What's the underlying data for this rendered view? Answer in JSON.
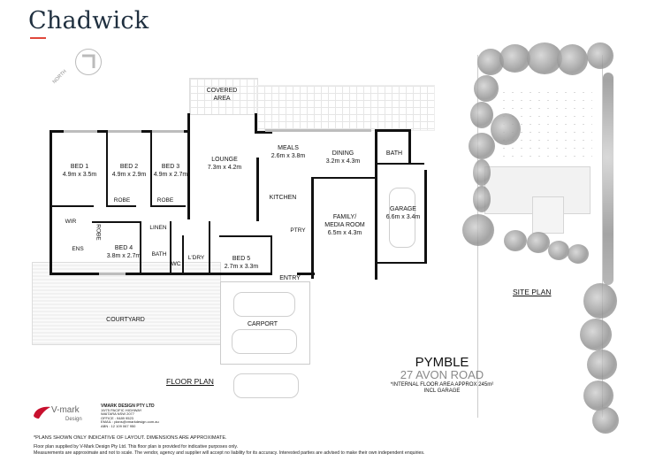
{
  "brand": {
    "name": "Chadwick",
    "accent_color": "#e0483c",
    "text_color": "#1f2f3f"
  },
  "compass": {
    "label": "NORTH"
  },
  "floor_plan": {
    "title": "FLOOR PLAN",
    "rooms": [
      {
        "name": "COVERED",
        "name2": "AREA",
        "dims": ""
      },
      {
        "name": "BED 1",
        "dims": "4.9m x 3.5m"
      },
      {
        "name": "BED 2",
        "dims": "4.9m x 2.9m"
      },
      {
        "name": "BED 3",
        "dims": "4.9m x 2.7m"
      },
      {
        "name": "LOUNGE",
        "dims": "7.3m x 4.2m"
      },
      {
        "name": "MEALS",
        "dims": "2.6m x 3.8m"
      },
      {
        "name": "DINING",
        "dims": "3.2m x 4.3m"
      },
      {
        "name": "BATH",
        "dims": ""
      },
      {
        "name": "KITCHEN",
        "dims": ""
      },
      {
        "name": "FAMILY/",
        "name2": "MEDIA ROOM",
        "dims": "6.5m x 4.3m"
      },
      {
        "name": "GARAGE",
        "dims": "6.6m x 3.4m"
      },
      {
        "name": "PTRY",
        "dims": ""
      },
      {
        "name": "ROBE",
        "dims": ""
      },
      {
        "name": "ROBE",
        "dims": ""
      },
      {
        "name": "WIR",
        "dims": ""
      },
      {
        "name": "ROBE",
        "dims": ""
      },
      {
        "name": "LINEN",
        "dims": ""
      },
      {
        "name": "ENS",
        "dims": ""
      },
      {
        "name": "BED 4",
        "dims": "3.8m x 2.7m"
      },
      {
        "name": "BATH",
        "dims": ""
      },
      {
        "name": "WC",
        "dims": ""
      },
      {
        "name": "L'DRY",
        "dims": ""
      },
      {
        "name": "BED 5",
        "dims": "2.7m x 3.3m"
      },
      {
        "name": "ENTRY",
        "dims": ""
      },
      {
        "name": "COURTYARD",
        "dims": ""
      },
      {
        "name": "CARPORT",
        "dims": ""
      }
    ]
  },
  "site_plan": {
    "title": "SITE PLAN"
  },
  "property": {
    "suburb": "PYMBLE",
    "address": "27 AVON ROAD",
    "area_note": "*INTERNAL FLOOR AREA APPROX 245m²",
    "area_note2": "INCL GARAGE"
  },
  "designer": {
    "logo_text": "V-mark",
    "logo_sub": "Design",
    "logo_color": "#c8102e",
    "company": "VMARK DESIGN PTY LTD",
    "address1": "19/75 PACIFIC HIGHWAY",
    "address2": "WAITARA NSW 2077",
    "office": "OFFICE : 9489 9523",
    "email": "EMAIL : plans@vmarkdesign.com.au",
    "abn": "ABN : 12 109 067 950"
  },
  "footer": {
    "notice": "*PLANS SHOWN ONLY INDICATIVE OF LAYOUT. DIMENSIONS ARE APPROXIMATE.",
    "line1": "Floor plan supplied by V-Mark Design Pty Ltd. This floor plan is provided for indicative purposes only.",
    "line2": "Measurements are approximate and not to scale. The vendor, agency and supplier will accept no liability for its accuracy. Interested parties are advised to make their own independent enquiries."
  }
}
